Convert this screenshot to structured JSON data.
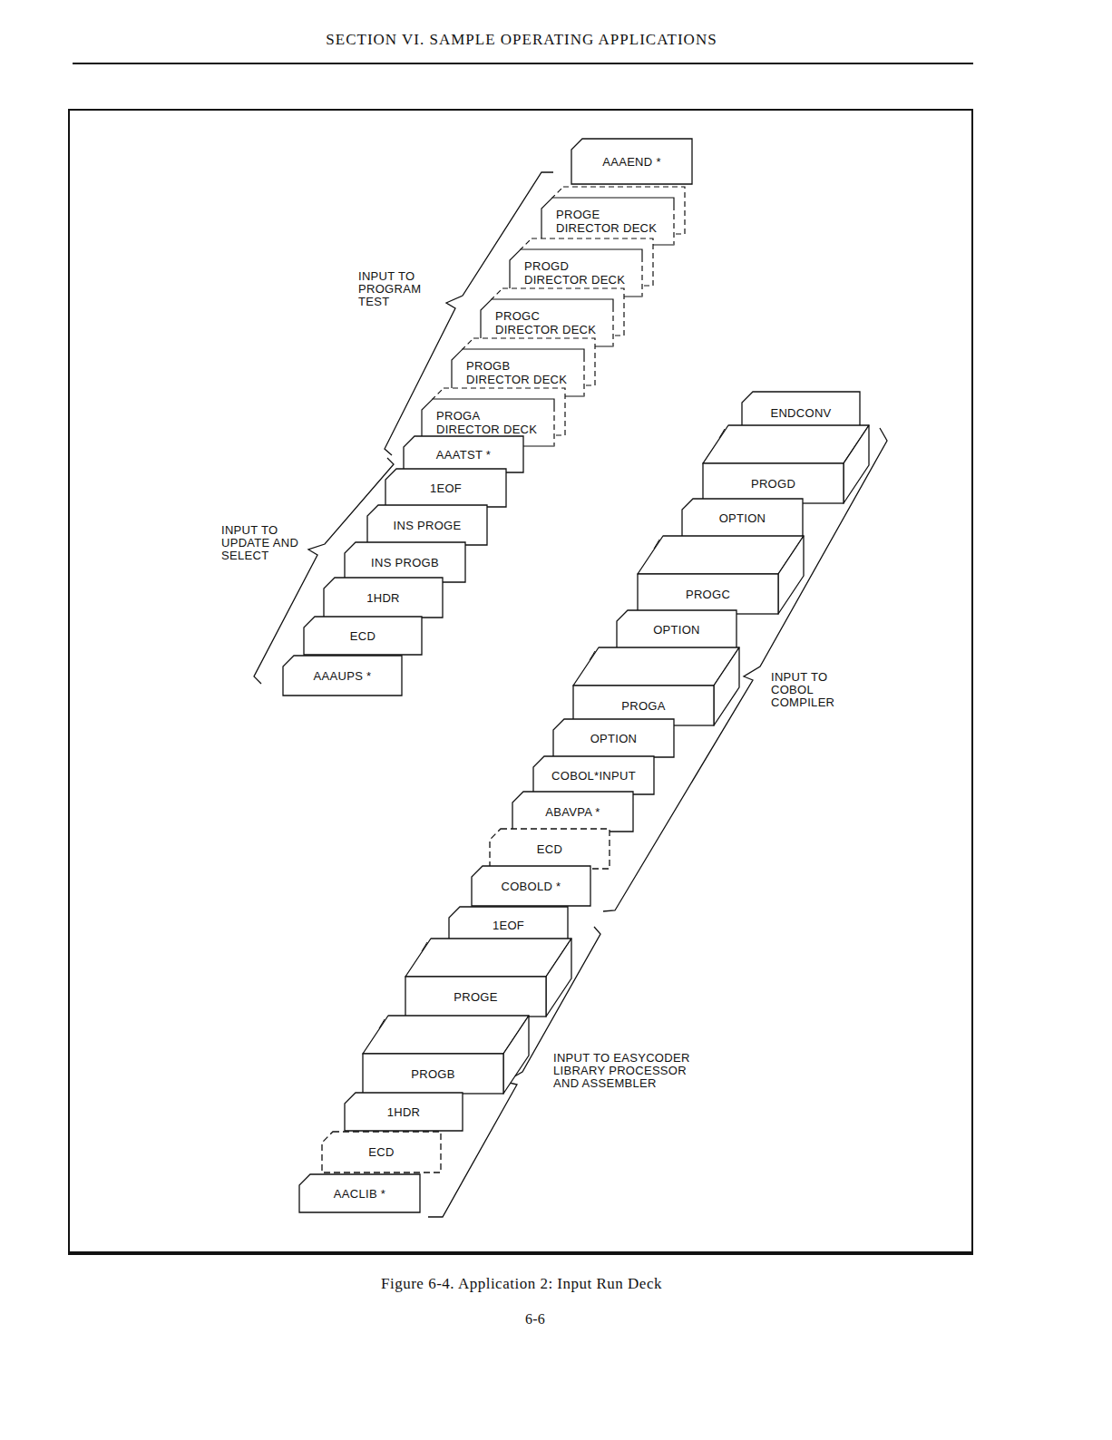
{
  "diagram": {
    "title": "SECTION VI. SAMPLE OPERATING APPLICATIONS",
    "caption": "Figure 6-4. Application 2: Input Run Deck",
    "nodes": [
      {
        "text": [
          "AACLIB *"
        ]
      },
      {
        "text": [
          "ECD"
        ]
      },
      {
        "text": [
          "1HDR"
        ]
      },
      {
        "text": [
          "PROGB"
        ]
      },
      {
        "text": [
          "PROGE"
        ]
      },
      {
        "text": [
          "1EOF"
        ]
      },
      {
        "text": [
          "COBOLD *"
        ]
      },
      {
        "text": [
          "ECD"
        ]
      },
      {
        "text": [
          "ABAVPA *"
        ]
      },
      {
        "text": [
          "COBOL*INPUT"
        ]
      },
      {
        "text": [
          "OPTION"
        ]
      },
      {
        "text": [
          "PROGA"
        ]
      },
      {
        "text": [
          "OPTION"
        ]
      },
      {
        "text": [
          "PROGC"
        ]
      },
      {
        "text": [
          "OPTION"
        ]
      },
      {
        "text": [
          "PROGD"
        ]
      },
      {
        "text": [
          "ENDCONV"
        ]
      },
      {
        "text": [
          "AAAUPS *"
        ]
      },
      {
        "text": [
          "ECD"
        ]
      },
      {
        "text": [
          "1HDR"
        ]
      },
      {
        "text": [
          "INS PROGB"
        ]
      },
      {
        "text": [
          "INS PROGE"
        ]
      },
      {
        "text": [
          "1EOF"
        ]
      },
      {
        "text": [
          "AAATST *"
        ]
      },
      {
        "text": [
          "PROGA",
          "DIRECTOR DECK"
        ]
      },
      {
        "text": [
          "PROGB",
          "DIRECTOR DECK"
        ]
      },
      {
        "text": [
          "PROGC",
          "DIRECTOR DECK"
        ]
      },
      {
        "text": [
          "PROGD",
          "DIRECTOR DECK"
        ]
      },
      {
        "text": [
          "PROGE",
          "DIRECTOR DECK"
        ]
      },
      {
        "text": [
          "AAAEND *"
        ]
      }
    ],
    "labels": [
      "INPUT TO PROGRAM TEST",
      "INPUT TO UPDATE AND SELECT",
      "INPUT TO COBOL COMPILER",
      "INPUT TO EASYCODER LIBRARY PROCESSOR AND ASSEMBLER",
      "6-6"
    ]
  }
}
